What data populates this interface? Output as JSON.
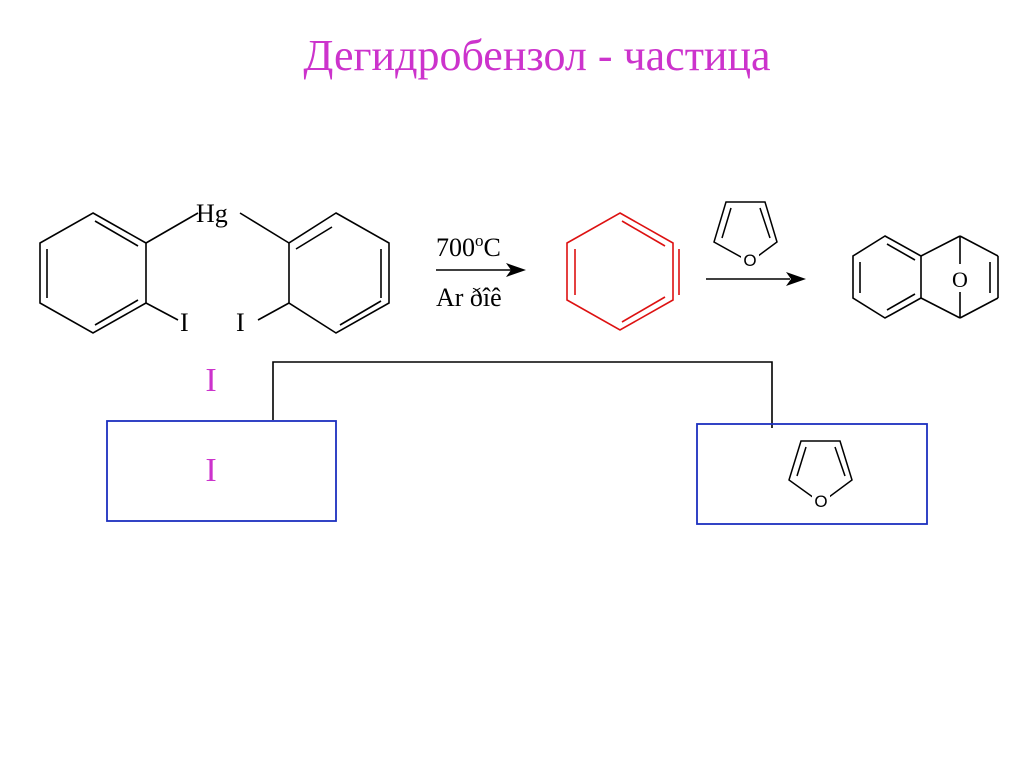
{
  "slide": {
    "title": "Дегидробензол - частица"
  },
  "reactant": {
    "metal_label": "Hg",
    "left_iodine_label": "I",
    "right_iodine_label": "I"
  },
  "conditions": {
    "temperature_value": "700",
    "temperature_degree": "o",
    "temperature_unit": "C",
    "atmosphere_label": "Ar ðîê"
  },
  "furan_reagent": {
    "oxygen_label": "O"
  },
  "product": {
    "oxygen_label": "O"
  },
  "annotations": {
    "roman_label_top": "I",
    "left_box_label": "I",
    "right_box_furan_oxygen": "O"
  },
  "colors": {
    "title": "#cc33cc",
    "benzyne": "#dd1111",
    "box_border": "#1c2fbf",
    "roman_label": "#cc33cc",
    "bonds": "#000000"
  }
}
